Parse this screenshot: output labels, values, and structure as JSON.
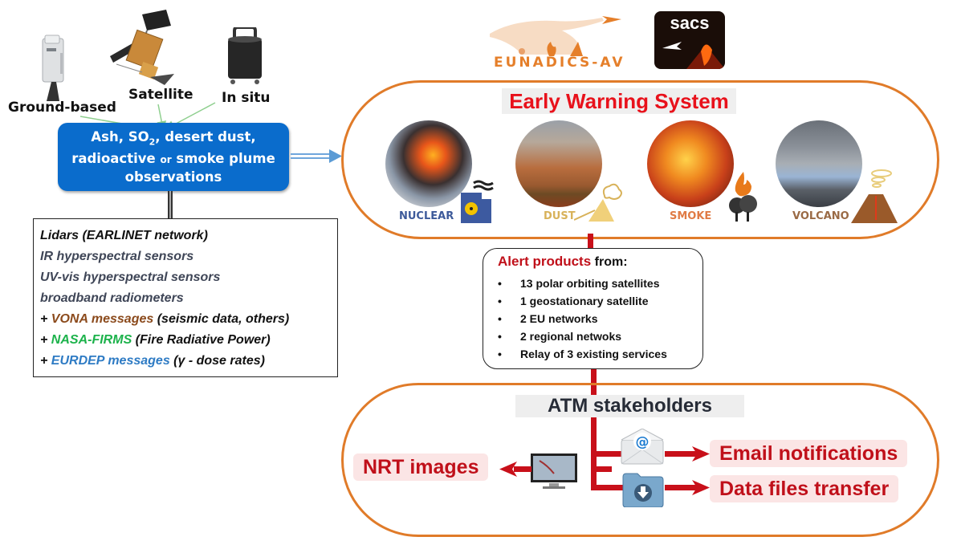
{
  "sources": {
    "ground_based": {
      "label": "Ground-based",
      "icon": "lidar-instrument-icon"
    },
    "satellite": {
      "label": "Satellite",
      "icon": "satellite-icon"
    },
    "in_situ": {
      "label": "In situ",
      "icon": "in-situ-sensor-icon"
    }
  },
  "observation_box": {
    "line1_a": "Ash, SO",
    "line1_sub": "2",
    "line1_b": ", desert dust,",
    "line2_a": "radioactive ",
    "line2_or": "or",
    "line2_b": " smoke plume",
    "line3": "observations"
  },
  "instruments": [
    {
      "parts": [
        {
          "text": "Lidars (EARLINET network)",
          "color": "black"
        }
      ]
    },
    {
      "parts": [
        {
          "text": "IR hyperspectral sensors",
          "color": "slate"
        }
      ]
    },
    {
      "parts": [
        {
          "text": "UV-vis hyperspectral sensors",
          "color": "slate"
        }
      ]
    },
    {
      "parts": [
        {
          "text": "broadband radiometers",
          "color": "slate"
        }
      ]
    },
    {
      "parts": [
        {
          "text": "+ ",
          "color": "black"
        },
        {
          "text": "VONA messages",
          "color": "brown"
        },
        {
          "text": " (seismic data, others)",
          "color": "black"
        }
      ]
    },
    {
      "parts": [
        {
          "text": "+ ",
          "color": "black"
        },
        {
          "text": "NASA-FIRMS",
          "color": "green"
        },
        {
          "text": " (Fire Radiative Power)",
          "color": "black"
        }
      ]
    },
    {
      "parts": [
        {
          "text": "+ ",
          "color": "black"
        },
        {
          "text": "EURDEP messages",
          "color": "blue"
        },
        {
          "text": " (γ - dose rates)",
          "color": "black"
        }
      ]
    }
  ],
  "logos": {
    "eunadics": {
      "text": "EUNADICS-AV",
      "color": "#e57f2a"
    },
    "sacs": {
      "text": "sacs"
    }
  },
  "early_warning": {
    "title": "Early Warning System",
    "hazards": [
      {
        "label": "NUCLEAR",
        "color": "#3d5a9a",
        "icon": "nuclear-plant-icon"
      },
      {
        "label": "DUST",
        "color": "#d8b25a",
        "icon": "dust-storm-icon"
      },
      {
        "label": "SMOKE",
        "color": "#e07b45",
        "icon": "forest-fire-icon"
      },
      {
        "label": "VOLCANO",
        "color": "#9a6a45",
        "icon": "volcano-icon"
      }
    ]
  },
  "alert_products": {
    "title_highlight": "Alert products",
    "title_rest": " from:",
    "items": [
      "13 polar orbiting satellites",
      "1 geostationary satellite",
      "2 EU networks",
      "2 regional netwoks",
      "Relay of 3 existing services"
    ]
  },
  "atm": {
    "title": "ATM stakeholders",
    "outputs": {
      "nrt": "NRT images",
      "email": "Email notifications",
      "data": "Data files transfer"
    }
  },
  "colors": {
    "accent_orange": "#e07b29",
    "alert_red": "#c8101a",
    "obs_blue": "#0a6ccc",
    "ews_title_red": "#e8111b"
  }
}
